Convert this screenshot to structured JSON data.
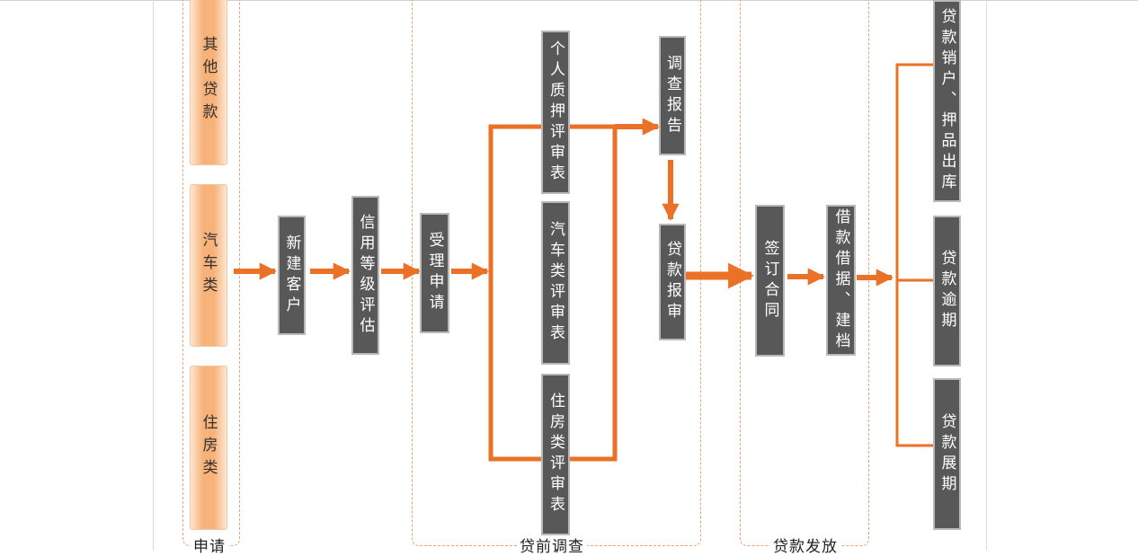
{
  "colors": {
    "arrow": "#ea7125",
    "box": "#585858",
    "stage_border": "#e7a27a"
  },
  "stages": {
    "apply": "申请",
    "survey": "贷前调查",
    "release": "贷款发放"
  },
  "loan_types": [
    "其他贷款",
    "汽车类",
    "住房类"
  ],
  "steps": {
    "new_customer": "新建客户",
    "credit_rating": "信用等级评估",
    "accept": "受理申请",
    "personal_pledge": "个人质押评审表",
    "auto_review": "汽车类评审表",
    "housing_review": "住房类评审表",
    "survey_report": "调查报告",
    "loan_review": "贷款报审",
    "sign_contract": "签订合同",
    "loan_note": "借款借据、建档",
    "cancel_account": "贷款销户、押品出库",
    "overdue": "贷款逾期",
    "extension": "贷款展期"
  }
}
